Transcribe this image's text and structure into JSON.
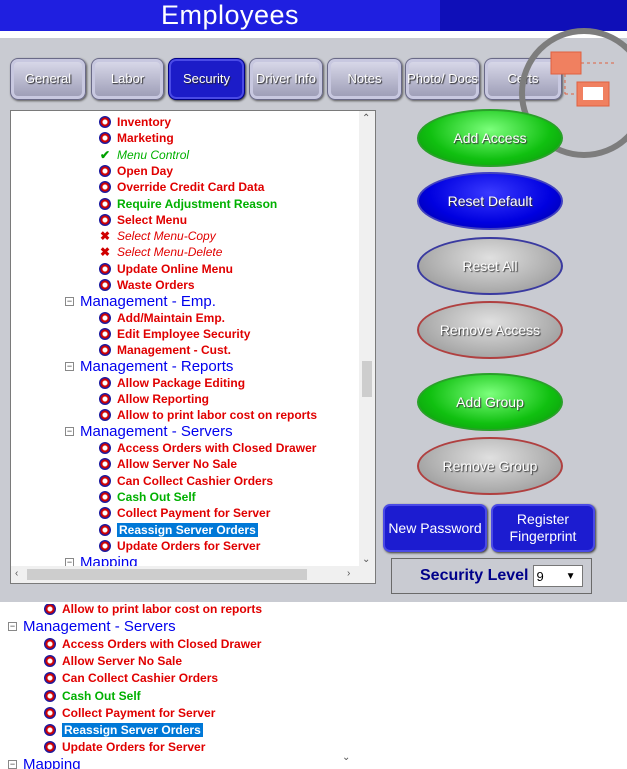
{
  "window": {
    "title": "Employees"
  },
  "tabs": [
    {
      "label": "General"
    },
    {
      "label": "Labor"
    },
    {
      "label": "Security"
    },
    {
      "label": "Driver Info"
    },
    {
      "label": "Notes"
    },
    {
      "label": "Photo/ Docs"
    },
    {
      "label": "Certs"
    }
  ],
  "tree": {
    "rows": [
      {
        "kind": "item",
        "label": "Inventory",
        "color": "red",
        "icon": "permission-icon"
      },
      {
        "kind": "item",
        "label": "Marketing",
        "color": "red",
        "icon": "permission-icon"
      },
      {
        "kind": "item",
        "label": "Menu Control",
        "color": "green-italic",
        "icon": "check-icon"
      },
      {
        "kind": "item",
        "label": "Open Day",
        "color": "red",
        "icon": "permission-icon"
      },
      {
        "kind": "item",
        "label": "Override Credit Card Data",
        "color": "red",
        "icon": "permission-icon"
      },
      {
        "kind": "item",
        "label": "Require Adjustment Reason",
        "color": "green",
        "icon": "permission-icon"
      },
      {
        "kind": "item",
        "label": "Select Menu",
        "color": "red",
        "icon": "permission-icon"
      },
      {
        "kind": "item",
        "label": "Select Menu-Copy",
        "color": "red-italic",
        "icon": "x-icon"
      },
      {
        "kind": "item",
        "label": "Select Menu-Delete",
        "color": "red-italic",
        "icon": "x-icon"
      },
      {
        "kind": "item",
        "label": "Update Online Menu",
        "color": "red",
        "icon": "permission-icon"
      },
      {
        "kind": "item",
        "label": "Waste Orders",
        "color": "red",
        "icon": "permission-icon"
      },
      {
        "kind": "category",
        "label": "Management - Emp."
      },
      {
        "kind": "item",
        "label": "Add/Maintain Emp.",
        "color": "red",
        "icon": "permission-icon"
      },
      {
        "kind": "item",
        "label": "Edit Employee Security",
        "color": "red",
        "icon": "permission-icon"
      },
      {
        "kind": "item",
        "label": "Management - Cust.",
        "color": "red",
        "icon": "permission-icon"
      },
      {
        "kind": "category",
        "label": "Management - Reports"
      },
      {
        "kind": "item",
        "label": "Allow Package Editing",
        "color": "red",
        "icon": "permission-icon"
      },
      {
        "kind": "item",
        "label": "Allow Reporting",
        "color": "red",
        "icon": "permission-icon"
      },
      {
        "kind": "item",
        "label": "Allow to print labor cost on reports",
        "color": "red",
        "icon": "permission-icon"
      },
      {
        "kind": "category",
        "label": "Management - Servers"
      },
      {
        "kind": "item",
        "label": "Access Orders with Closed Drawer",
        "color": "red",
        "icon": "permission-icon"
      },
      {
        "kind": "item",
        "label": "Allow Server No Sale",
        "color": "red",
        "icon": "permission-icon"
      },
      {
        "kind": "item",
        "label": "Can Collect Cashier Orders",
        "color": "red",
        "icon": "permission-icon"
      },
      {
        "kind": "item",
        "label": "Cash Out Self",
        "color": "green",
        "icon": "permission-icon"
      },
      {
        "kind": "item",
        "label": "Collect Payment for Server",
        "color": "red",
        "icon": "permission-icon"
      },
      {
        "kind": "item",
        "label": "Reassign Server Orders",
        "color": "red",
        "icon": "permission-icon",
        "selected": true
      },
      {
        "kind": "item",
        "label": "Update Orders for Server",
        "color": "red",
        "icon": "permission-icon"
      },
      {
        "kind": "category",
        "label": "Mapping"
      }
    ]
  },
  "buttons": {
    "add_access": "Add Access",
    "reset_default": "Reset Default",
    "reset_all": "Reset All",
    "remove_access": "Remove Access",
    "add_group": "Add Group",
    "remove_group": "Remove Group",
    "new_password": "New Password",
    "register_fingerprint": "Register Fingerprint"
  },
  "security_level": {
    "label": "Security Level",
    "value": "9"
  },
  "zoom": {
    "rows": [
      {
        "kind": "item",
        "label": "Allow to print labor cost on reports",
        "color": "red"
      },
      {
        "kind": "category",
        "label": "Management - Servers"
      },
      {
        "kind": "item",
        "label": "Access Orders with Closed Drawer",
        "color": "red"
      },
      {
        "kind": "item",
        "label": "Allow Server No Sale",
        "color": "red"
      },
      {
        "kind": "item",
        "label": "Can Collect Cashier Orders",
        "color": "red"
      },
      {
        "kind": "item",
        "label": "Cash Out Self",
        "color": "green"
      },
      {
        "kind": "item",
        "label": "Collect Payment for Server",
        "color": "red"
      },
      {
        "kind": "item",
        "label": "Reassign Server Orders",
        "color": "red",
        "selected": true
      },
      {
        "kind": "item",
        "label": "Update Orders for Server",
        "color": "red"
      },
      {
        "kind": "category",
        "label": "Mapping"
      }
    ]
  }
}
